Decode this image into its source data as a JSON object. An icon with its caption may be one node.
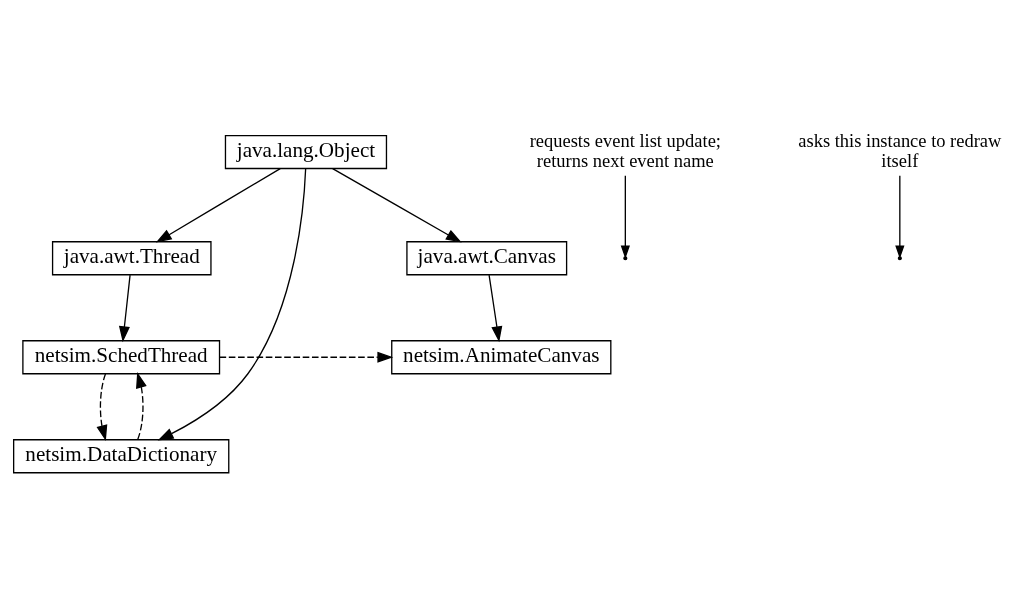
{
  "diagram": {
    "nodes": [
      {
        "text": [
          "java.lang.Object"
        ]
      },
      {
        "text": [
          "java.awt.Thread"
        ]
      },
      {
        "text": [
          "netsim.DataDictionary"
        ]
      },
      {
        "text": [
          "java.awt.Canvas"
        ]
      },
      {
        "text": [
          "netsim.SchedThread"
        ]
      },
      {
        "text": [
          "netsim.AnimateCanvas"
        ]
      },
      {
        "text": [
          "requests event list update; returns next event name"
        ]
      },
      {
        "text": [
          "asks this instance to redraw itself"
        ]
      }
    ],
    "edges": [
      {
        "from": 0,
        "to": 1,
        "arrow": "to"
      },
      {
        "from": 0,
        "to": 2,
        "arrow": "to"
      },
      {
        "from": 0,
        "to": 3,
        "arrow": "to"
      },
      {
        "from": 1,
        "to": 4,
        "arrow": "to"
      },
      {
        "from": 3,
        "to": 5,
        "arrow": "to"
      },
      {
        "from": 4,
        "to": 2,
        "arrow": "to",
        "style": "dashed"
      },
      {
        "from": 2,
        "to": 4,
        "arrow": "to",
        "style": "dashed"
      },
      {
        "from": 4,
        "to": 5,
        "arrow": "to",
        "style": "dashed"
      },
      {
        "from": 6,
        "to": null,
        "arrow": "to"
      },
      {
        "from": 7,
        "to": null,
        "arrow": "to"
      }
    ]
  }
}
